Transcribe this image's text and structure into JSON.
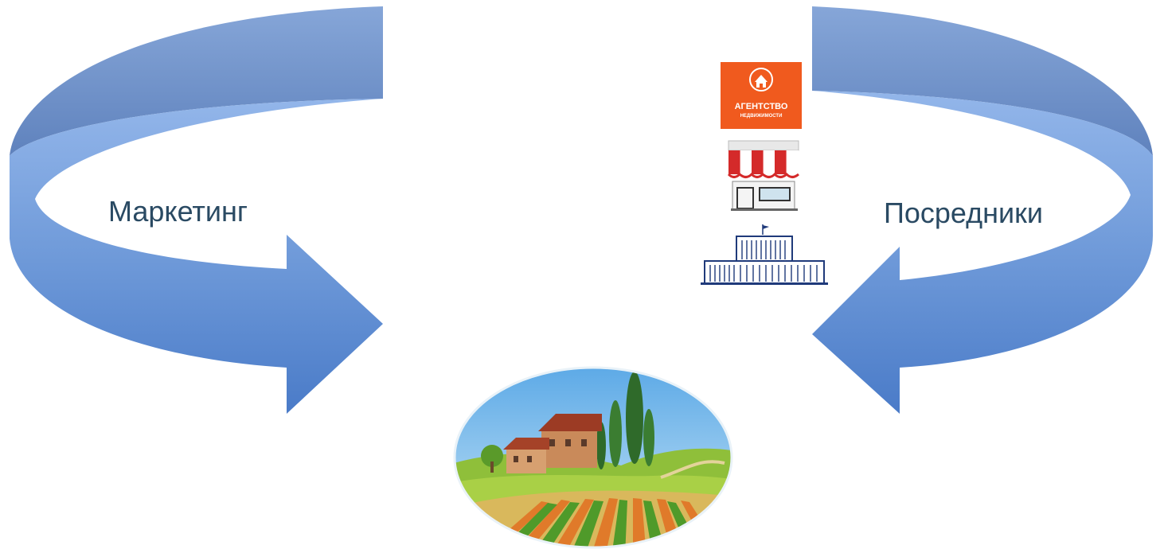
{
  "labels": {
    "left": "Маркетинг",
    "right": "Посредники"
  },
  "agency_logo": {
    "line1": "АГЕНТСТВО",
    "line2": "НЕДВИЖИМОСТИ"
  },
  "colors": {
    "arrow_light": "#8fb1e6",
    "arrow_dark": "#4e7fcc",
    "arrow_top": "#7898cc",
    "label_text": "#2a4a63",
    "agency_orange": "#f05a1e"
  },
  "icons": [
    "agency-logo-icon",
    "shop-awning-icon",
    "government-building-icon",
    "village-landscape-icon"
  ]
}
